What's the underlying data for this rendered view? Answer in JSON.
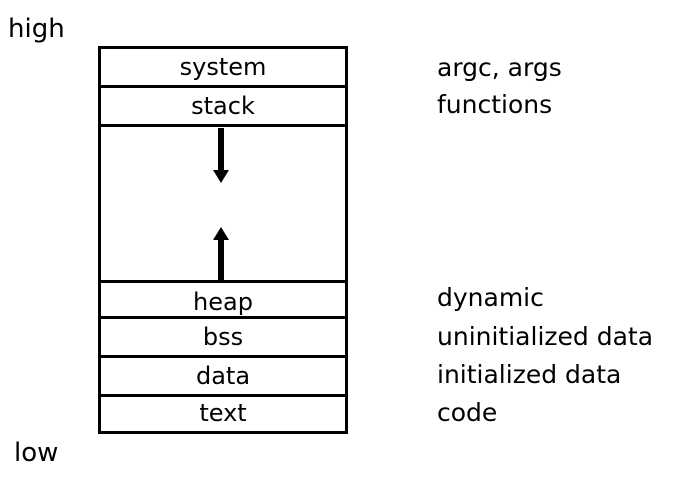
{
  "edges": {
    "high": "high",
    "low": "low"
  },
  "segments": {
    "system": {
      "label": "system",
      "description": "argc, args"
    },
    "stack": {
      "label": "stack",
      "description": "functions"
    },
    "heap": {
      "label": "heap",
      "description": "dynamic"
    },
    "bss": {
      "label": "bss",
      "description": "uninitialized data"
    },
    "data": {
      "label": "data",
      "description": "initialized data"
    },
    "text": {
      "label": "text",
      "description": "code"
    }
  },
  "arrows": {
    "stack_growth": "down-arrow-icon",
    "heap_growth": "up-arrow-icon"
  },
  "colors": {
    "ink": "#000000",
    "background": "#ffffff"
  }
}
